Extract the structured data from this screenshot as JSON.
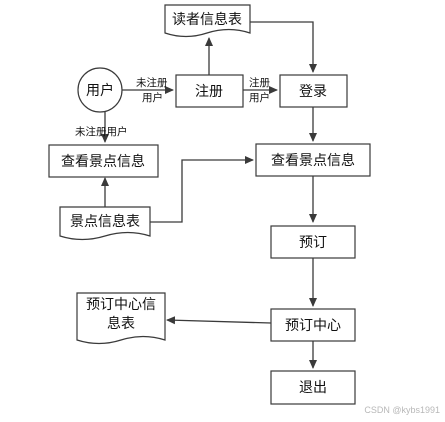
{
  "nodes": {
    "user": "用户",
    "register": "注册",
    "login": "登录",
    "reader_table": "读者信息表",
    "view_spots_left": "查看景点信息",
    "spot_table": "景点信息表",
    "view_spots_right": "查看景点信息",
    "reserve": "预订",
    "reserve_table_line1": "预订中心信",
    "reserve_table_line2": "息表",
    "reserve_center": "预订中心",
    "exit": "退出"
  },
  "edges": {
    "unregistered_top_1": "未注册",
    "unregistered_top_2": "用户",
    "registered_1": "注册",
    "registered_2": "用户",
    "unregistered_side": "未注册用户"
  },
  "watermark": "CSDN @kybs1991"
}
